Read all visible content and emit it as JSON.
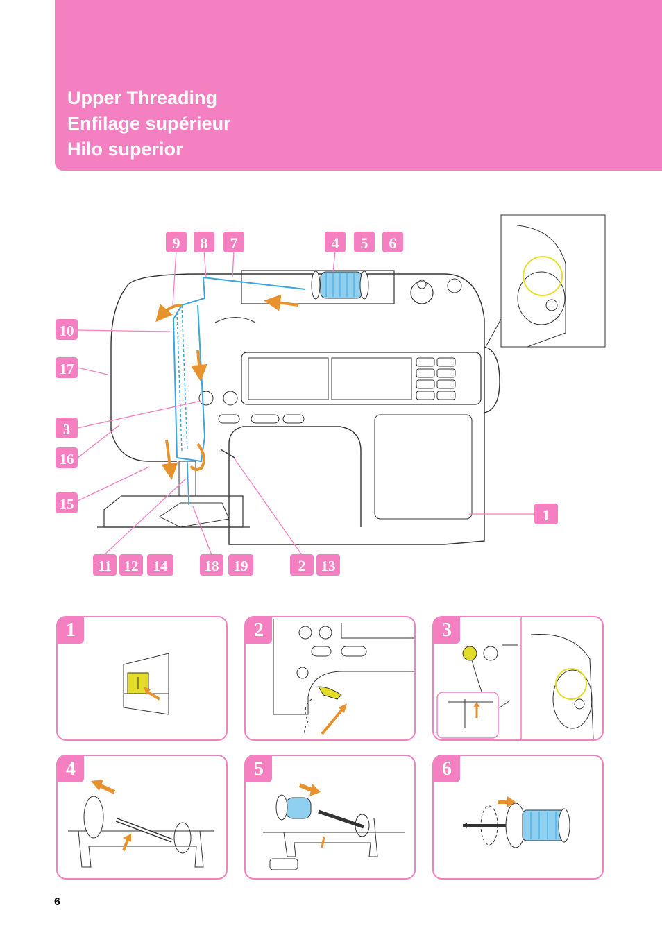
{
  "header": {
    "title_en": "Upper Threading",
    "title_fr": "Enfilage supérieur",
    "title_es": "Hilo superior",
    "color": "#f47fc1"
  },
  "diagram": {
    "callouts_top": [
      "9",
      "8",
      "7",
      "4",
      "5",
      "6"
    ],
    "callouts_left": [
      "10",
      "17",
      "3",
      "16",
      "15"
    ],
    "callouts_right": [
      "1"
    ],
    "callouts_bottom": [
      "11",
      "12",
      "14",
      "18",
      "19",
      "2",
      "13"
    ],
    "thread_color": "#3aa6e0",
    "arrow_color": "#e8922e"
  },
  "steps": [
    {
      "number": "1",
      "icon": "power-switch-icon"
    },
    {
      "number": "2",
      "icon": "presser-foot-lever-icon"
    },
    {
      "number": "3",
      "icon": "needle-position-button-icon"
    },
    {
      "number": "4",
      "icon": "spool-pin-icon"
    },
    {
      "number": "5",
      "icon": "spool-placement-icon"
    },
    {
      "number": "6",
      "icon": "spool-cap-icon"
    }
  ],
  "page_number": "6"
}
